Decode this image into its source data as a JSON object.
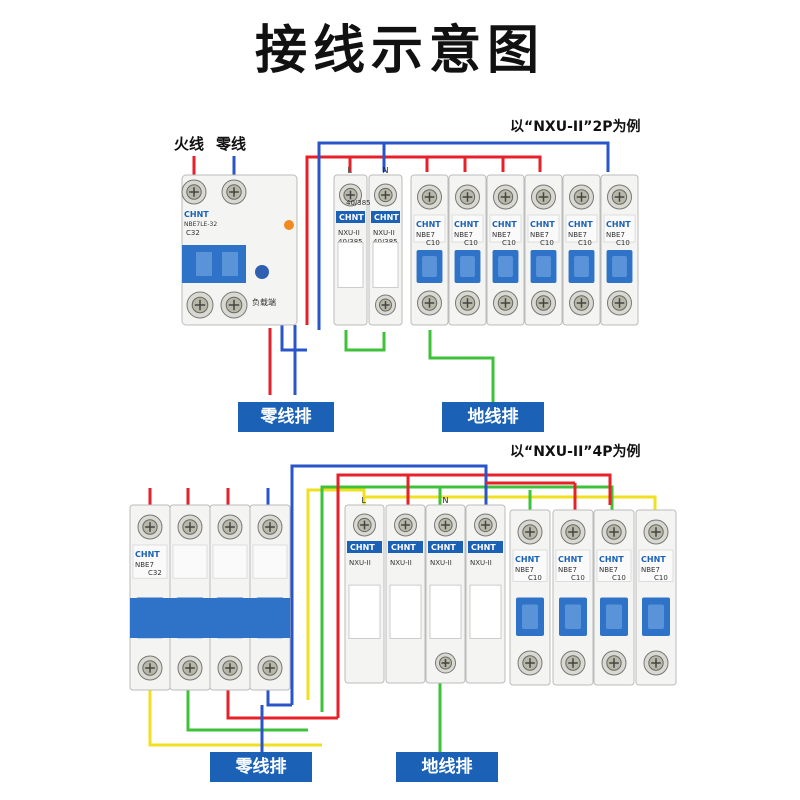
{
  "title": "接线示意图",
  "top": {
    "caption": "以“NXU-II”2P为例",
    "wire_labels": {
      "live": "火线",
      "neutral": "零线"
    },
    "rcd": {
      "brand": "CHNT",
      "model": "NBE7LE-32",
      "rating": "C32",
      "side_label": "负载端"
    },
    "spd": {
      "brand": "CHNT",
      "model": "NXU-II",
      "rating": "40/385",
      "terminal_l": "L",
      "terminal_n": "N"
    },
    "mcb": {
      "brand": "CHNT",
      "model": "NBE7",
      "rating": "C10"
    },
    "neutral_bar": "零线排",
    "ground_bar": "地线排"
  },
  "bottom": {
    "caption": "以“NXU-II”4P为例",
    "mcb4p": {
      "brand": "CHNT",
      "model": "NBE7",
      "rating": "C32"
    },
    "spd": {
      "brand": "CHNT",
      "model": "NXU-II",
      "terminal_l": "L",
      "terminal_n": "N"
    },
    "mcb": {
      "brand": "CHNT",
      "model": "NBE7",
      "rating": "C10"
    },
    "neutral_bar": "零线排",
    "ground_bar": "地线排"
  },
  "colors": {
    "live": "#e8202a",
    "neutral": "#2a55c8",
    "ground": "#3ec23a",
    "phase_yellow": "#f0e020",
    "label_bg": "#1b62b7",
    "handle": "#2f73c9"
  }
}
